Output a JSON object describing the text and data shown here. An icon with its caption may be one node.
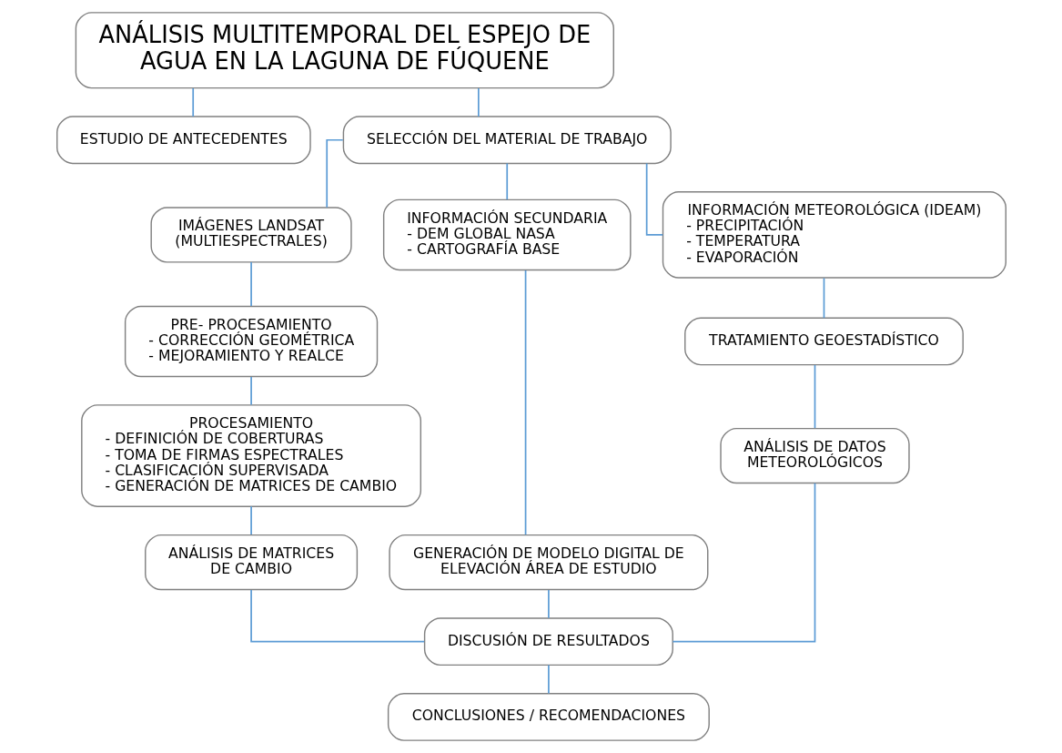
{
  "diagram": {
    "nodes": [
      {
        "text": [
          "ANÁLISIS MULTITEMPORAL DEL ESPEJO DE AGUA EN LA LAGUNA DE FÚQUENE"
        ]
      },
      {
        "text": [
          "ESTUDIO DE ANTECEDENTES"
        ]
      },
      {
        "text": [
          "SELECCIÓN DEL MATERIAL DE TRABAJO"
        ]
      },
      {
        "text": [
          "IMÁGENES LANDSAT (MULTIESPECTRALES)"
        ]
      },
      {
        "text": [
          "INFORMACIÓN SECUNDARIA",
          "- DEM GLOBAL NASA",
          "- CARTOGRAFÍA BASE"
        ]
      },
      {
        "text": [
          "INFORMACIÓN METEOROLÓGICA (IDEAM)",
          "- PRECIPITACIÓN",
          "- TEMPERATURA",
          "- EVAPORACIÓN"
        ]
      },
      {
        "text": [
          "PRE- PROCESAMIENTO",
          "- CORRECCIÓN GEOMÉTRICA",
          "- MEJORAMIENTO Y REALCE"
        ]
      },
      {
        "text": [
          "GENERACIÓN DE MODELO DIGITAL DE ELEVACIÓN ÁREA DE ESTUDIO"
        ]
      },
      {
        "text": [
          "TRATAMIENTO GEOESTADÍSTICO"
        ]
      },
      {
        "text": [
          "PROCESAMIENTO",
          "- DEFINICIÓN DE COBERTURAS",
          "- TOMA DE FIRMAS ESPECTRALES",
          "- CLASIFICACIÓN SUPERVISADA",
          "- GENERACIÓN DE MATRICES DE CAMBIO"
        ]
      },
      {
        "text": [
          "ANÁLISIS DE DATOS METEOROLÓGICOS"
        ]
      },
      {
        "text": [
          "ANÁLISIS DE MATRICES DE CAMBIO"
        ]
      },
      {
        "text": [
          "DISCUSIÓN DE RESULTADOS"
        ]
      },
      {
        "text": [
          "CONCLUSIONES / RECOMENDACIONES"
        ]
      }
    ],
    "edges": [
      {
        "from": 0,
        "to": 1,
        "arrow": "none"
      },
      {
        "from": 0,
        "to": 2,
        "arrow": "none"
      },
      {
        "from": 2,
        "to": 3,
        "arrow": "none"
      },
      {
        "from": 2,
        "to": 4,
        "arrow": "none"
      },
      {
        "from": 2,
        "to": 5,
        "arrow": "none"
      },
      {
        "from": 3,
        "to": 6,
        "arrow": "none"
      },
      {
        "from": 6,
        "to": 9,
        "arrow": "none"
      },
      {
        "from": 9,
        "to": 11,
        "arrow": "none"
      },
      {
        "from": 4,
        "to": 7,
        "arrow": "none"
      },
      {
        "from": 5,
        "to": 8,
        "arrow": "none"
      },
      {
        "from": 8,
        "to": 10,
        "arrow": "none"
      },
      {
        "from": 11,
        "to": 12,
        "arrow": "none"
      },
      {
        "from": 7,
        "to": 12,
        "arrow": "none"
      },
      {
        "from": 10,
        "to": 12,
        "arrow": "none"
      },
      {
        "from": 12,
        "to": 13,
        "arrow": "none"
      }
    ]
  }
}
